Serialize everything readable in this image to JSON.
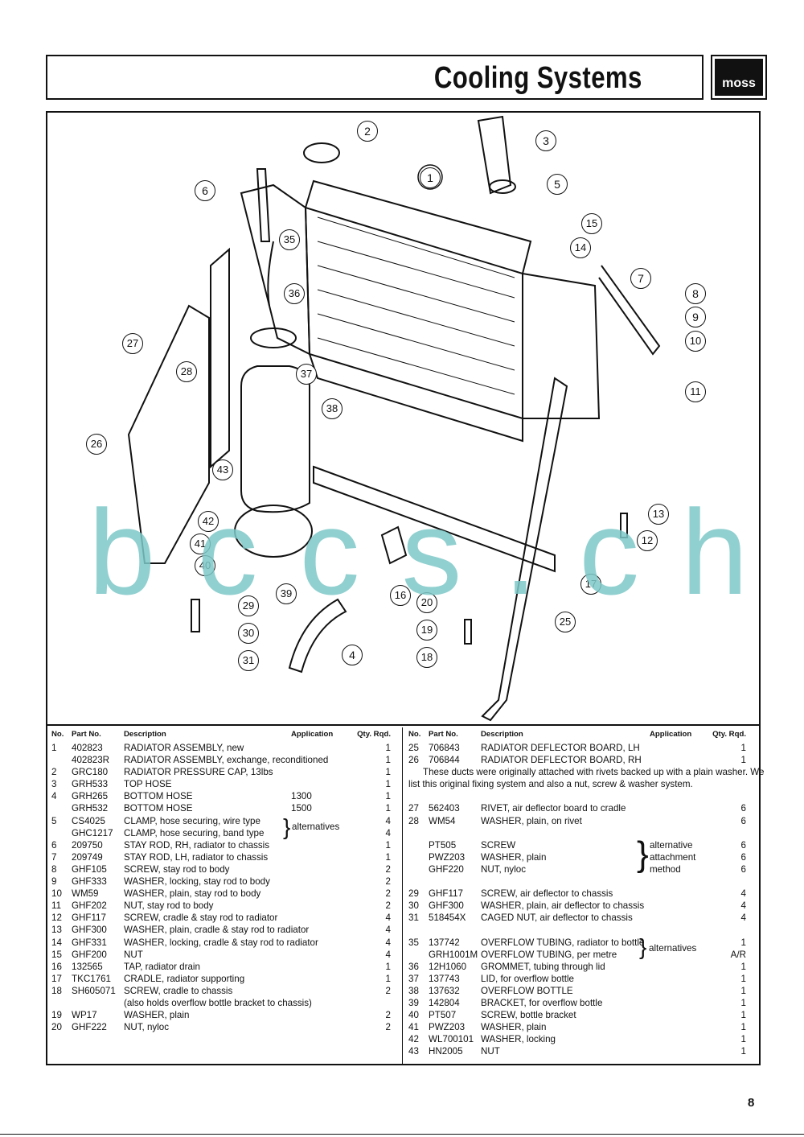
{
  "header": {
    "title": "Cooling Systems",
    "logo": "moss"
  },
  "watermark": "bccs.ch",
  "page_number": "8",
  "callouts": [
    "1",
    "2",
    "3",
    "4",
    "5",
    "6",
    "7",
    "8",
    "9",
    "10",
    "11",
    "12",
    "13",
    "14",
    "15",
    "16",
    "17",
    "18",
    "19",
    "20",
    "25",
    "26",
    "27",
    "28",
    "29",
    "30",
    "31",
    "35",
    "36",
    "37",
    "38",
    "39",
    "40",
    "41",
    "42",
    "43"
  ],
  "table": {
    "headers": {
      "no": "No.",
      "part": "Part No.",
      "desc": "Description",
      "app": "Application",
      "qty": "Qty. Rqd."
    },
    "left": [
      {
        "no": "1",
        "part": "402823",
        "desc": "RADIATOR ASSEMBLY, new",
        "app": "",
        "qty": "1"
      },
      {
        "no": "",
        "part": "402823R",
        "desc": "RADIATOR ASSEMBLY, exchange, reconditioned",
        "app": "",
        "qty": "1"
      },
      {
        "no": "2",
        "part": "GRC180",
        "desc": "RADIATOR PRESSURE CAP, 13lbs",
        "app": "",
        "qty": "1"
      },
      {
        "no": "3",
        "part": "GRH533",
        "desc": "TOP HOSE",
        "app": "",
        "qty": "1"
      },
      {
        "no": "4",
        "part": "GRH265",
        "desc": "BOTTOM HOSE",
        "app": "1300",
        "qty": "1"
      },
      {
        "no": "",
        "part": "GRH532",
        "desc": "BOTTOM HOSE",
        "app": "1500",
        "qty": "1"
      },
      {
        "no": "5",
        "part": "CS4025",
        "desc": "CLAMP, hose securing, wire type",
        "app": "",
        "qty": "4"
      },
      {
        "no": "",
        "part": "GHC1217",
        "desc": "CLAMP, hose securing, band type",
        "app": "",
        "qty": "4"
      },
      {
        "no": "6",
        "part": "209750",
        "desc": "STAY ROD, RH, radiator to chassis",
        "app": "",
        "qty": "1"
      },
      {
        "no": "7",
        "part": "209749",
        "desc": "STAY ROD, LH, radiator to chassis",
        "app": "",
        "qty": "1"
      },
      {
        "no": "8",
        "part": "GHF105",
        "desc": "SCREW, stay rod to body",
        "app": "",
        "qty": "2"
      },
      {
        "no": "9",
        "part": "GHF333",
        "desc": "WASHER, locking, stay rod to body",
        "app": "",
        "qty": "2"
      },
      {
        "no": "10",
        "part": "WM59",
        "desc": "WASHER, plain, stay rod to body",
        "app": "",
        "qty": "2"
      },
      {
        "no": "11",
        "part": "GHF202",
        "desc": "NUT, stay rod to body",
        "app": "",
        "qty": "2"
      },
      {
        "no": "12",
        "part": "GHF117",
        "desc": "SCREW, cradle & stay rod to radiator",
        "app": "",
        "qty": "4"
      },
      {
        "no": "13",
        "part": "GHF300",
        "desc": "WASHER, plain, cradle & stay rod to radiator",
        "app": "",
        "qty": "4"
      },
      {
        "no": "14",
        "part": "GHF331",
        "desc": "WASHER, locking, cradle & stay rod to radiator",
        "app": "",
        "qty": "4"
      },
      {
        "no": "15",
        "part": "GHF200",
        "desc": "NUT",
        "app": "",
        "qty": "4"
      },
      {
        "no": "16",
        "part": "132565",
        "desc": "TAP, radiator drain",
        "app": "",
        "qty": "1"
      },
      {
        "no": "17",
        "part": "TKC1761",
        "desc": "CRADLE, radiator supporting",
        "app": "",
        "qty": "1"
      },
      {
        "no": "18",
        "part": "SH605071",
        "desc": "SCREW, cradle to chassis",
        "app": "",
        "qty": "2"
      },
      {
        "no": "",
        "part": "",
        "desc": "(also holds overflow bottle bracket to chassis)",
        "app": "",
        "qty": ""
      },
      {
        "no": "19",
        "part": "WP17",
        "desc": "WASHER, plain",
        "app": "",
        "qty": "2"
      },
      {
        "no": "20",
        "part": "GHF222",
        "desc": "NUT, nyloc",
        "app": "",
        "qty": "2"
      }
    ],
    "left_brace_label": "alternatives",
    "right_top": [
      {
        "no": "25",
        "part": "706843",
        "desc": "RADIATOR DEFLECTOR BOARD, LH",
        "qty": "1"
      },
      {
        "no": "26",
        "part": "706844",
        "desc": "RADIATOR DEFLECTOR BOARD, RH",
        "qty": "1"
      }
    ],
    "note_line1": "These ducts were originally attached with rivets backed up with a plain washer. We",
    "note_line2": "list this original fixing system and also a nut, screw & washer system.",
    "right_mid": [
      {
        "no": "27",
        "part": "562403",
        "desc": "RIVET, air deflector board to cradle",
        "qty": "6"
      },
      {
        "no": "28",
        "part": "WM54",
        "desc": "WASHER, plain, on rivet",
        "qty": "6"
      }
    ],
    "right_alt": [
      {
        "no": "",
        "part": "PT505",
        "desc": "SCREW",
        "app": "alternative",
        "qty": "6"
      },
      {
        "no": "",
        "part": "PWZ203",
        "desc": "WASHER, plain",
        "app": "attachment",
        "qty": "6"
      },
      {
        "no": "",
        "part": "GHF220",
        "desc": "NUT, nyloc",
        "app": "method",
        "qty": "6"
      }
    ],
    "right_b": [
      {
        "no": "29",
        "part": "GHF117",
        "desc": "SCREW, air deflector to chassis",
        "qty": "4"
      },
      {
        "no": "30",
        "part": "GHF300",
        "desc": "WASHER, plain, air deflector to chassis",
        "qty": "4"
      },
      {
        "no": "31",
        "part": "518454X",
        "desc": "CAGED NUT, air deflector to chassis",
        "qty": "4"
      }
    ],
    "right_c": [
      {
        "no": "35",
        "part": "137742",
        "desc": "OVERFLOW TUBING, radiator to bottle",
        "qty": "1"
      },
      {
        "no": "",
        "part": "GRH1001M",
        "desc": "OVERFLOW TUBING, per metre",
        "qty": "A/R"
      },
      {
        "no": "36",
        "part": "12H1060",
        "desc": "GROMMET, tubing through lid",
        "qty": "1"
      },
      {
        "no": "37",
        "part": "137743",
        "desc": "LID, for overflow bottle",
        "qty": "1"
      },
      {
        "no": "38",
        "part": "137632",
        "desc": "OVERFLOW BOTTLE",
        "qty": "1"
      },
      {
        "no": "39",
        "part": "142804",
        "desc": "BRACKET, for overflow bottle",
        "qty": "1"
      },
      {
        "no": "40",
        "part": "PT507",
        "desc": "SCREW, bottle bracket",
        "qty": "1"
      },
      {
        "no": "41",
        "part": "PWZ203",
        "desc": "WASHER, plain",
        "qty": "1"
      },
      {
        "no": "42",
        "part": "WL700101",
        "desc": "WASHER, locking",
        "qty": "1"
      },
      {
        "no": "43",
        "part": "HN2005",
        "desc": "NUT",
        "qty": "1"
      }
    ],
    "right_brace_label": "alternatives"
  }
}
